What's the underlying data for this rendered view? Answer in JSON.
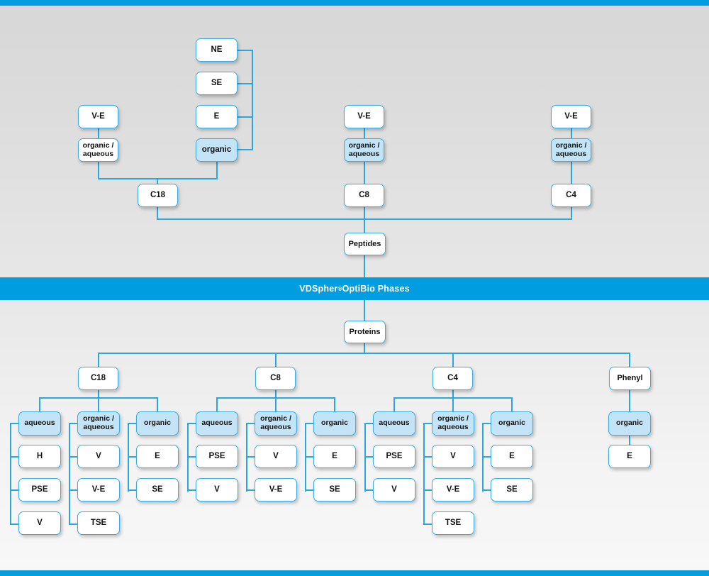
{
  "banner": {
    "brand": "VDSpher",
    "sup": "®",
    "rest": " OptiBio Phases"
  },
  "colors": {
    "accent": "#009ee0",
    "line": "#2ba6de",
    "node_fill_blue": "#c3e4f7",
    "node_border": "#3aaee0",
    "node_fill_white": "#ffffff"
  },
  "chart_data": {
    "type": "diagram",
    "title": "VDSpher® OptiBio Phases",
    "roots": [
      "Peptides",
      "Proteins"
    ],
    "peptides": {
      "label": "Peptides",
      "phases": [
        {
          "label": "C18",
          "modes": [
            {
              "label": "organic / aqueous",
              "fill": "white",
              "items": [
                "V-E"
              ]
            },
            {
              "label": "organic",
              "fill": "blue",
              "items": [
                "NE",
                "SE",
                "E"
              ]
            }
          ]
        },
        {
          "label": "C8",
          "modes": [
            {
              "label": "organic / aqueous",
              "fill": "blue",
              "items": [
                "V-E"
              ]
            }
          ]
        },
        {
          "label": "C4",
          "modes": [
            {
              "label": "organic / aqueous",
              "fill": "blue",
              "items": [
                "V-E"
              ]
            }
          ]
        }
      ]
    },
    "proteins": {
      "label": "Proteins",
      "phases": [
        {
          "label": "C18",
          "modes": [
            {
              "label": "aqueous",
              "items": [
                "H",
                "PSE",
                "V"
              ]
            },
            {
              "label": "organic / aqueous",
              "items": [
                "V",
                "V-E",
                "TSE"
              ]
            },
            {
              "label": "organic",
              "items": [
                "E",
                "SE"
              ]
            }
          ]
        },
        {
          "label": "C8",
          "modes": [
            {
              "label": "aqueous",
              "items": [
                "PSE",
                "V"
              ]
            },
            {
              "label": "organic / aqueous",
              "items": [
                "V",
                "V-E"
              ]
            },
            {
              "label": "organic",
              "items": [
                "E",
                "SE"
              ]
            }
          ]
        },
        {
          "label": "C4",
          "modes": [
            {
              "label": "aqueous",
              "items": [
                "PSE",
                "V"
              ]
            },
            {
              "label": "organic / aqueous",
              "items": [
                "V",
                "V-E",
                "TSE"
              ]
            },
            {
              "label": "organic",
              "items": [
                "E",
                "SE"
              ]
            }
          ]
        },
        {
          "label": "Phenyl",
          "modes": [
            {
              "label": "organic",
              "items": [
                "E"
              ]
            }
          ]
        }
      ]
    }
  },
  "nodes": {
    "t_ne": "NE",
    "t_se": "SE",
    "t_e": "E",
    "t_organic": "organic",
    "t_ve1": "V-E",
    "t_oa1_a": "organic /",
    "t_oa1_b": "aqueous",
    "t_c18": "C18",
    "t_ve2": "V-E",
    "t_oa2_a": "organic /",
    "t_oa2_b": "aqueous",
    "t_c8": "C8",
    "t_ve3": "V-E",
    "t_oa3_a": "organic /",
    "t_oa3_b": "aqueous",
    "t_c4": "C4",
    "t_peptides": "Peptides",
    "t_proteins": "Proteins",
    "b_c18": "C18",
    "b_c8": "C8",
    "b_c4": "C4",
    "b_phenyl": "Phenyl",
    "m_aqueous": "aqueous",
    "m_oa_a": "organic /",
    "m_oa_b": "aqueous",
    "m_organic": "organic",
    "v_H": "H",
    "v_PSE": "PSE",
    "v_V": "V",
    "v_VE": "V-E",
    "v_TSE": "TSE",
    "v_E": "E",
    "v_SE": "SE"
  }
}
